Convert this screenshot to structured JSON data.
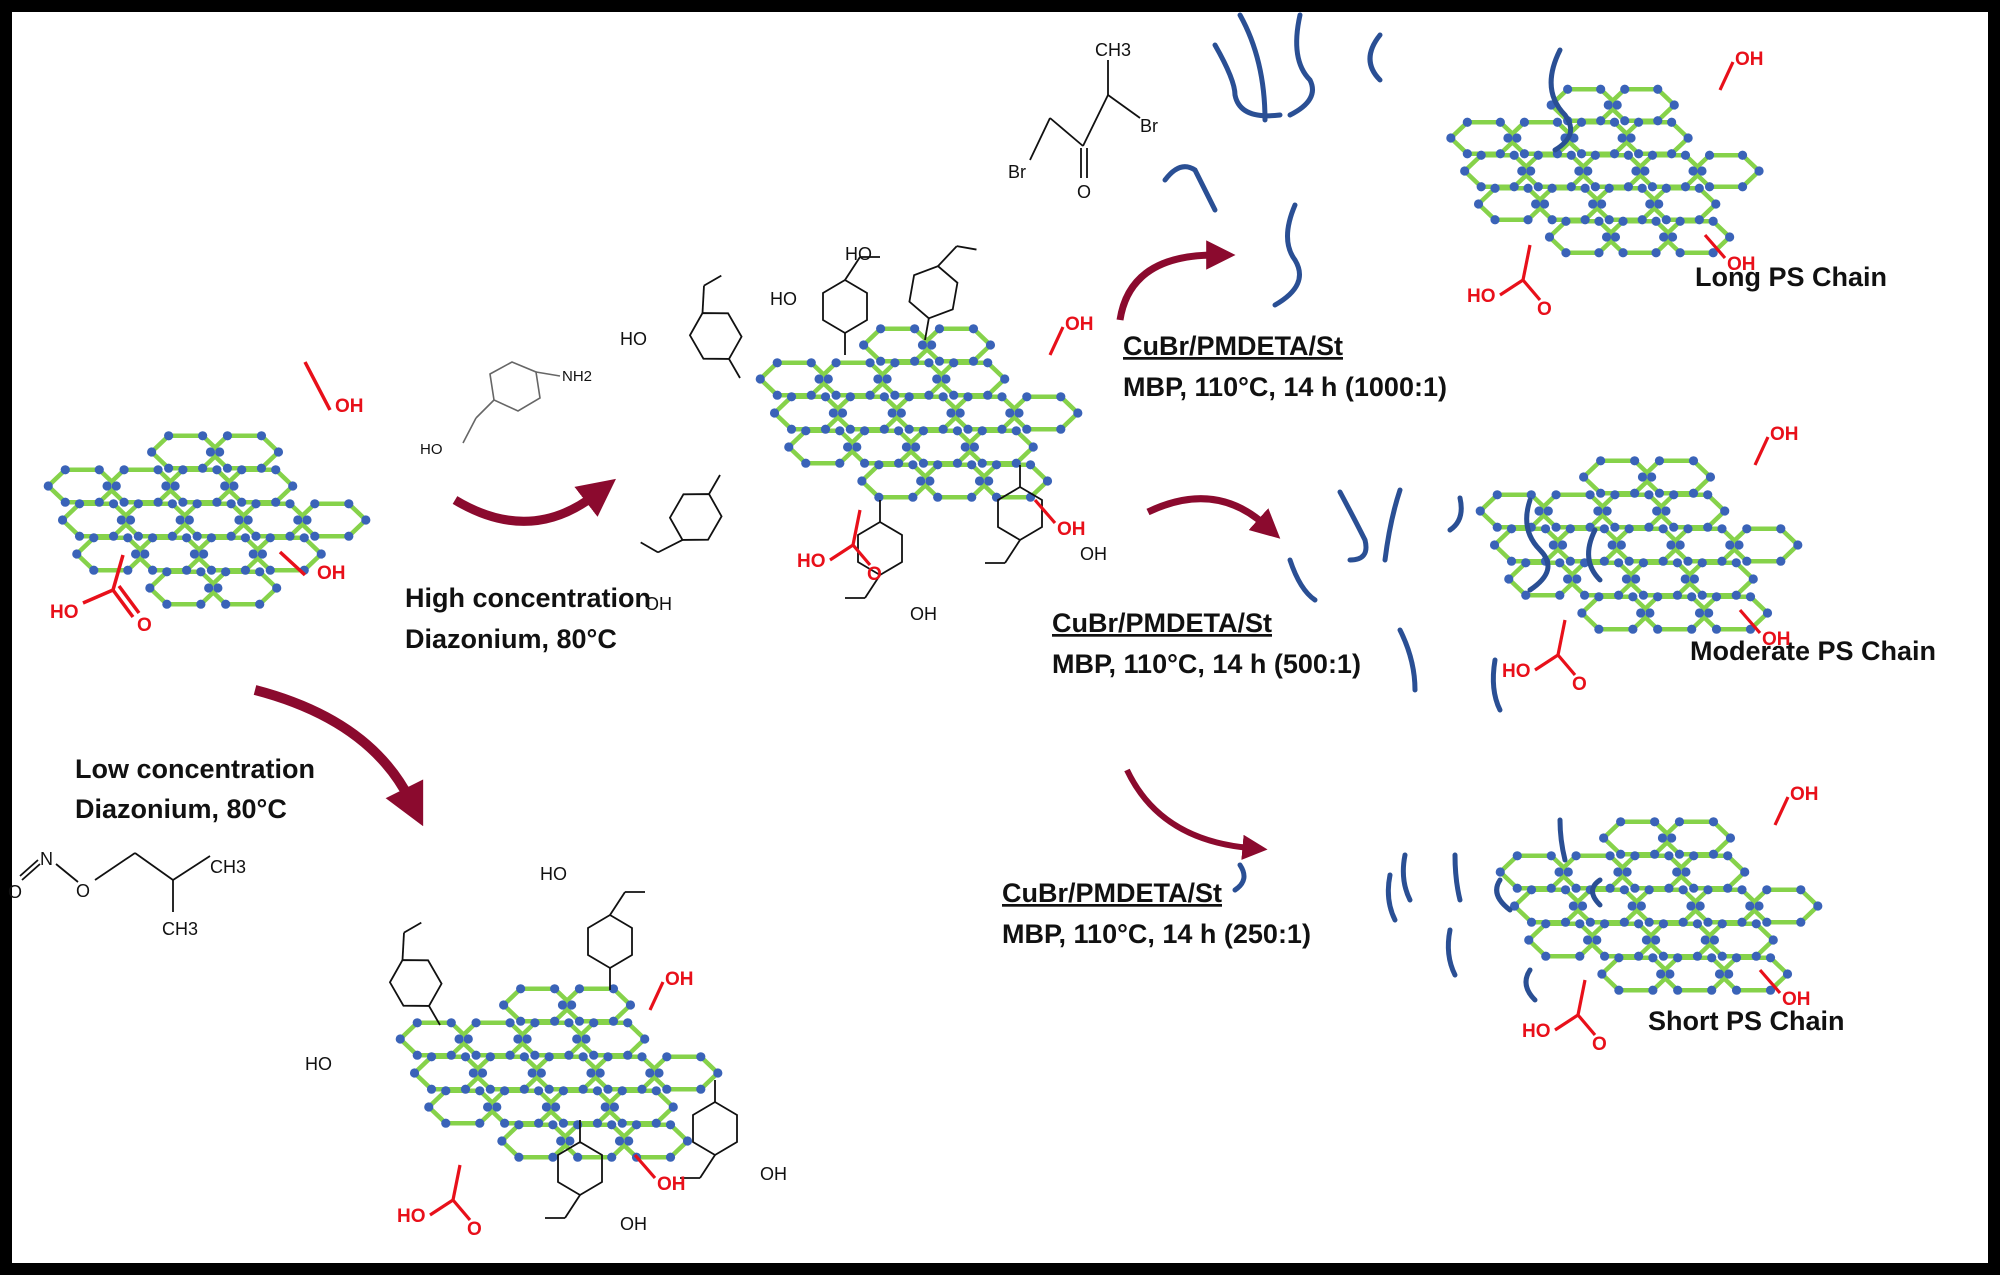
{
  "figure": {
    "title": "Graphene surface functionalization and ATRP grafting of PS chains",
    "colors": {
      "graphene_bond": "#86d24a",
      "graphene_atom": "#3a63b8",
      "functional_group": "#e8101a",
      "ps_chain": "#2a4f94",
      "arrow": "#8b0a2e",
      "text": "#111111"
    },
    "start_material": {
      "groups": {
        "oh_top": "OH",
        "oh_bottom": "OH",
        "cooh_ho": "HO",
        "cooh_o": "O"
      }
    },
    "reagents": {
      "aminobenzyl_alcohol": {
        "nh2": "NH2",
        "ho": "HO"
      },
      "isobutyl_nitrite": {
        "o1": "O",
        "n": "N",
        "o2": "O",
        "ch3_a": "CH3",
        "ch3_b": "CH3"
      },
      "initiator": {
        "ch3": "CH3",
        "br1": "Br",
        "br2": "Br",
        "o": "O"
      }
    },
    "conditions": {
      "high": {
        "line1": "High concentration",
        "line2": "Diazonium, 80°C"
      },
      "low": {
        "line1": "Low concentration",
        "line2": "Diazonium, 80°C"
      },
      "long": {
        "line1": "CuBr/PMDETA/St",
        "line2": "MBP, 110°C, 14 h (1000:1)"
      },
      "moderate": {
        "line1": "CuBr/PMDETA/St",
        "line2": "MBP, 110°C, 14 h (500:1)"
      },
      "short": {
        "line1": "CuBr/PMDETA/St",
        "line2": "MBP, 110°C, 14 h (250:1)"
      }
    },
    "products": {
      "high_func": {
        "ho_labels": [
          "HO",
          "HO",
          "HO",
          "OH",
          "OH",
          "OH"
        ],
        "oh_top": "OH",
        "oh_bottom": "OH",
        "cooh_ho": "HO",
        "cooh_o": "O"
      },
      "low_func": {
        "ho_labels": [
          "HO",
          "HO",
          "OH",
          "OH"
        ],
        "oh_top": "OH",
        "oh_bottom": "OH",
        "cooh_ho": "HO",
        "cooh_o": "O"
      },
      "long": {
        "name": "Long PS Chain",
        "oh_top": "OH",
        "oh_bottom": "OH",
        "cooh_ho": "HO",
        "cooh_o": "O"
      },
      "moderate": {
        "name": "Moderate PS Chain",
        "oh_top": "OH",
        "oh_bottom": "OH",
        "cooh_ho": "HO",
        "cooh_o": "O"
      },
      "short": {
        "name": "Short PS Chain",
        "oh_top": "OH",
        "oh_bottom": "OH",
        "cooh_ho": "HO",
        "cooh_o": "O"
      }
    }
  }
}
